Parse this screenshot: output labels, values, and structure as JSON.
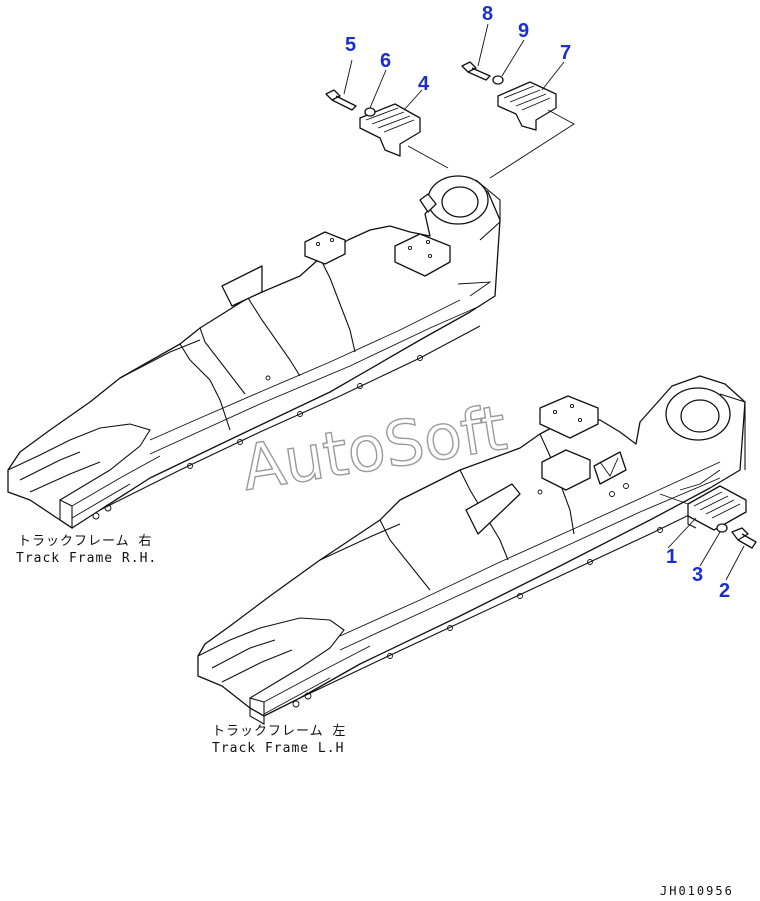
{
  "callouts": [
    {
      "id": "1",
      "label": "1"
    },
    {
      "id": "2",
      "label": "2"
    },
    {
      "id": "3",
      "label": "3"
    },
    {
      "id": "4",
      "label": "4"
    },
    {
      "id": "5",
      "label": "5"
    },
    {
      "id": "6",
      "label": "6"
    },
    {
      "id": "7",
      "label": "7"
    },
    {
      "id": "8",
      "label": "8"
    },
    {
      "id": "9",
      "label": "9"
    }
  ],
  "captions": {
    "rh_japanese": "トラックフレーム 右",
    "rh_english": "Track Frame R.H.",
    "lh_japanese": "トラックフレーム 左",
    "lh_english": "Track Frame L.H"
  },
  "watermark": "AutoSoft",
  "document_id": "JH010956",
  "colors": {
    "callout": "#1a2fd0",
    "line": "#111111",
    "watermark": "#9a9a9a"
  }
}
